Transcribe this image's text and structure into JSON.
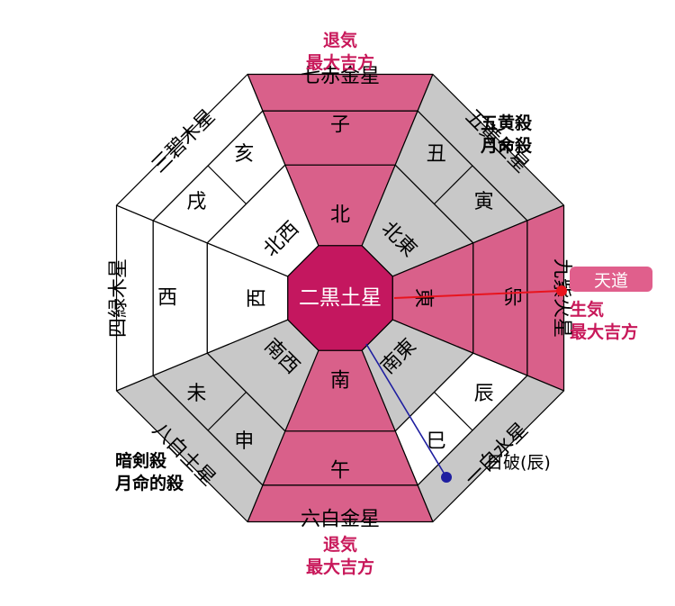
{
  "center": {
    "label": "二黒土星"
  },
  "directions": {
    "N": {
      "dir": "北",
      "sub": [
        "子"
      ],
      "star": "七赤金星"
    },
    "NE": {
      "dir": "北東",
      "sub": [
        "丑",
        "寅"
      ],
      "star": "五黄土星"
    },
    "E": {
      "dir": "東",
      "sub": [
        "卯"
      ],
      "star": "九紫火星"
    },
    "SE": {
      "dir": "南東",
      "sub": [
        "辰",
        "巳"
      ],
      "star": "一白水星"
    },
    "S": {
      "dir": "南",
      "sub": [
        "午"
      ],
      "star": "六白金星"
    },
    "SW": {
      "dir": "南西",
      "sub": [
        "申",
        "未"
      ],
      "star": "八白土星"
    },
    "W": {
      "dir": "西",
      "sub": [
        "西"
      ],
      "star": "四緑木星"
    },
    "NW": {
      "dir": "北西",
      "sub": [
        "戌",
        "亥"
      ],
      "star": "三碧木星"
    }
  },
  "annotations": {
    "top": [
      "退気",
      "最大吉方"
    ],
    "bottom": [
      "退気",
      "最大吉方"
    ],
    "ne": [
      "五黄殺",
      "月命殺"
    ],
    "sw": [
      "暗剣殺",
      "月命的殺"
    ],
    "tendo": "天道",
    "east": [
      "生気",
      "最大吉方"
    ],
    "nippa": "日破(辰)"
  },
  "colors": {
    "pink": "#d9608a",
    "magenta": "#c4175f",
    "gray": "#c8c8c8",
    "white": "#ffffff",
    "annotation_pink": "#c8185a",
    "tendo_bg": "#e05f8c",
    "red_line": "#e8141e",
    "blue_line": "#1e1ea0"
  }
}
